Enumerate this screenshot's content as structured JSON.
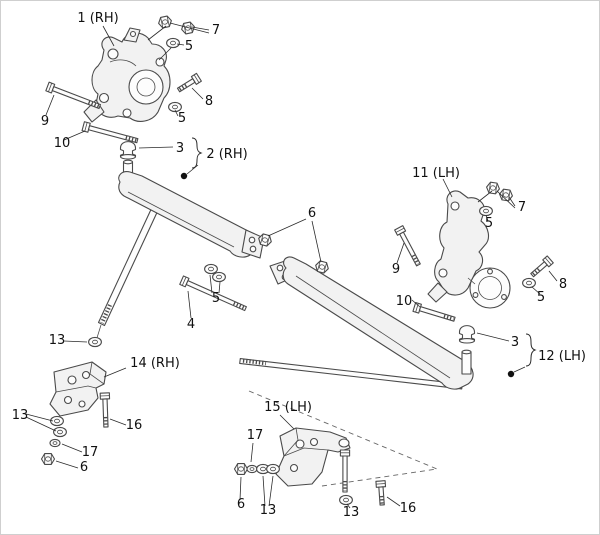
{
  "figure": {
    "kind": "exploded-parts-diagram",
    "background": "#ffffff",
    "line_color": "#4a4a4a",
    "label_color": "#111111",
    "callouts": [
      {
        "text": "1 (RH)"
      },
      {
        "text": "7"
      },
      {
        "text": "5"
      },
      {
        "text": "8"
      },
      {
        "text": "5"
      },
      {
        "text": "9"
      },
      {
        "text": "10"
      },
      {
        "text": "3"
      },
      {
        "text": "2 (RH)"
      },
      {
        "text": "6"
      },
      {
        "text": "11 (LH)"
      },
      {
        "text": "7"
      },
      {
        "text": "5"
      },
      {
        "text": "9"
      },
      {
        "text": "8"
      },
      {
        "text": "5"
      },
      {
        "text": "10"
      },
      {
        "text": "5"
      },
      {
        "text": "4"
      },
      {
        "text": "3"
      },
      {
        "text": "12 (LH)"
      },
      {
        "text": "13"
      },
      {
        "text": "14 (RH)"
      },
      {
        "text": "13"
      },
      {
        "text": "16"
      },
      {
        "text": "17"
      },
      {
        "text": "6"
      },
      {
        "text": "15 (LH)"
      },
      {
        "text": "17"
      },
      {
        "text": "6"
      },
      {
        "text": "13"
      },
      {
        "text": "13"
      },
      {
        "text": "16"
      }
    ]
  }
}
